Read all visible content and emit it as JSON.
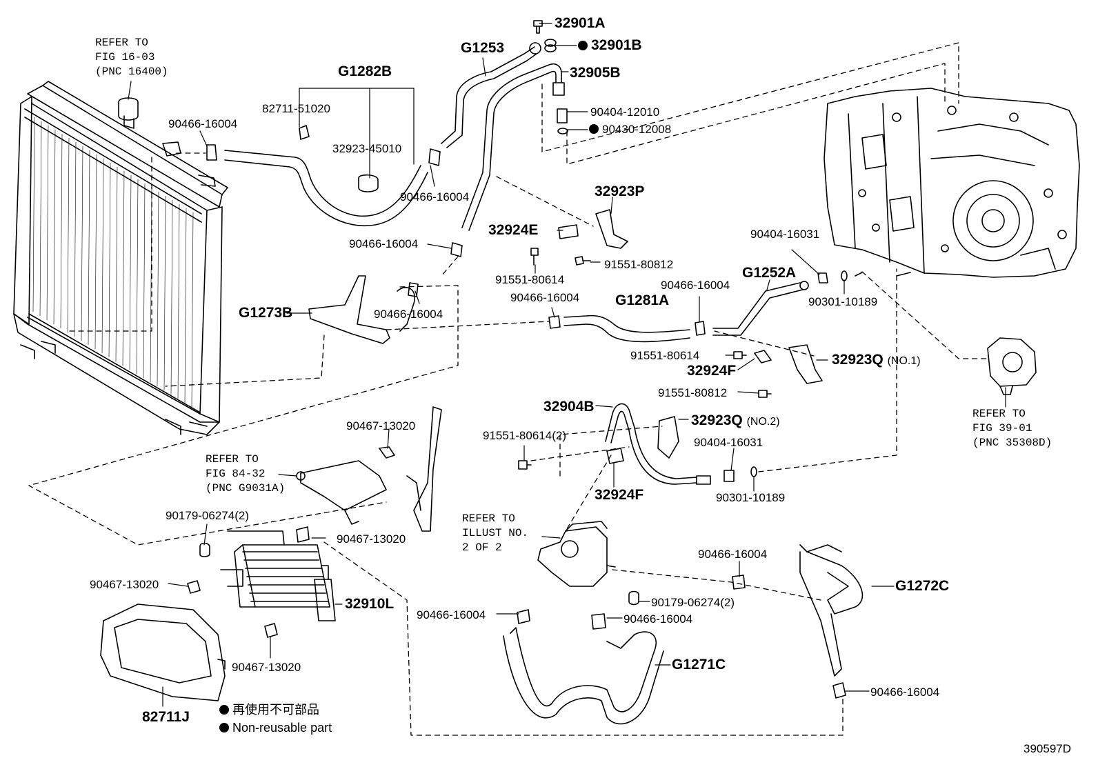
{
  "refs": {
    "radiator": [
      "REFER TO",
      "FIG 16-03",
      "(PNC 16400)"
    ],
    "bracket": [
      "REFER TO",
      "FIG 84-32",
      "(PNC G9031A)"
    ],
    "illust": [
      "REFER TO",
      "ILLUST NO.",
      "2 OF 2"
    ],
    "pump": [
      "REFER TO",
      "FIG 39-01",
      "(PNC 35308D)"
    ]
  },
  "parts": {
    "p32901A": "32901A",
    "p32901B": "32901B",
    "p32905B": "32905B",
    "p90404_12010": "90404-12010",
    "p90430_12008": "90430-12008",
    "pG1253": "G1253",
    "pG1282B": "G1282B",
    "p82711_51020": "82711-51020",
    "p32923_45010": "32923-45010",
    "p90466_a": "90466-16004",
    "p90466_b": "90466-16004",
    "p90466_c": "90466-16004",
    "p90466_d": "90466-16004",
    "p90466_e": "90466-16004",
    "p90466_f": "90466-16004",
    "p90466_g": "90466-16004",
    "p90466_h": "90466-16004",
    "p90466_i": "90466-16004",
    "p90466_j": "90466-16004",
    "p32923P": "32923P",
    "p32924E": "32924E",
    "p91551_80614_a": "91551-80614",
    "p91551_80812_a": "91551-80812",
    "p90404_16031_a": "90404-16031",
    "pG1252A": "G1252A",
    "p90301_10189_a": "90301-10189",
    "pG1273B": "G1273B",
    "pG1281A": "G1281A",
    "p91551_80614_b": "91551-80614",
    "p32924F_a": "32924F",
    "p32923Q_1": "32923Q",
    "p32923Q_1_note": "(NO.1)",
    "p91551_80812_b": "91551-80812",
    "p32904B": "32904B",
    "p91551_80614_2": "91551-80614(2)",
    "p32923Q_2": "32923Q",
    "p32923Q_2_note": "(NO.2)",
    "p90404_16031_b": "90404-16031",
    "p32924F_b": "32924F",
    "p90301_10189_b": "90301-10189",
    "p90467_13020_a": "90467-13020",
    "p90179_06274_a": "90179-06274(2)",
    "p90467_13020_b": "90467-13020",
    "p90467_13020_c": "90467-13020",
    "p32910L": "32910L",
    "p90467_13020_d": "90467-13020",
    "p82711J": "82711J",
    "pG1272C": "G1272C",
    "p90179_06274_b": "90179-06274(2)",
    "pG1271C": "G1271C"
  },
  "legend": {
    "ja": "再使用不可部品",
    "en": "Non-reusable part"
  },
  "figure_id": "390597D"
}
